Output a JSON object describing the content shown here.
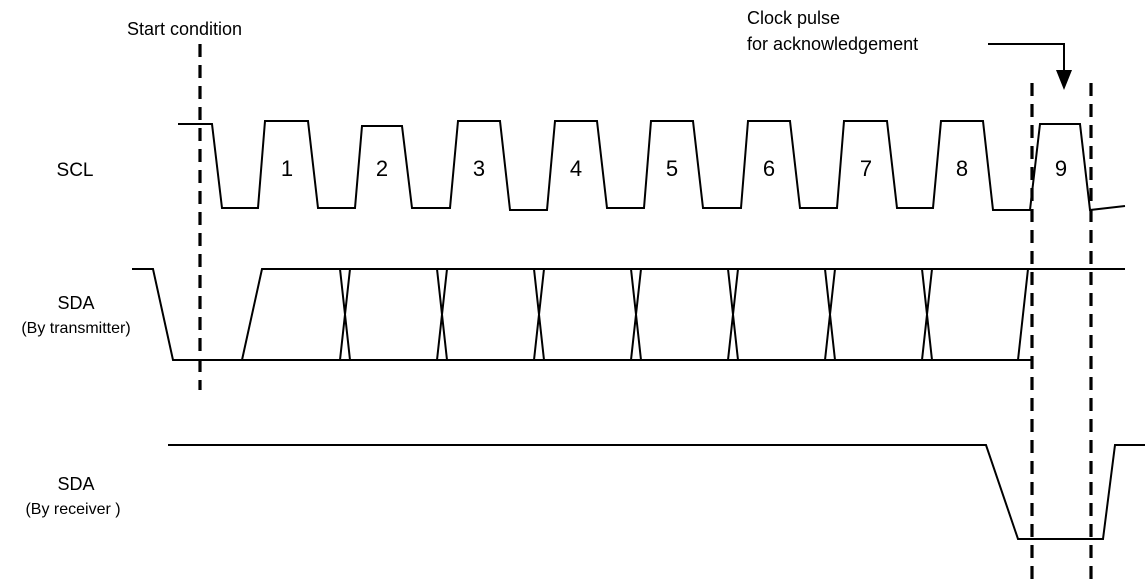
{
  "annotations": {
    "start_condition": "Start condition",
    "ack_pulse_line1": "Clock pulse",
    "ack_pulse_line2": "for acknowledgement"
  },
  "signals": {
    "scl": "SCL",
    "sda_tx": "SDA",
    "sda_tx_sub": "(By transmitter)",
    "sda_rx": "SDA",
    "sda_rx_sub": "(By receiver )"
  },
  "clock_pulses": [
    "1",
    "2",
    "3",
    "4",
    "5",
    "6",
    "7",
    "8",
    "9"
  ]
}
